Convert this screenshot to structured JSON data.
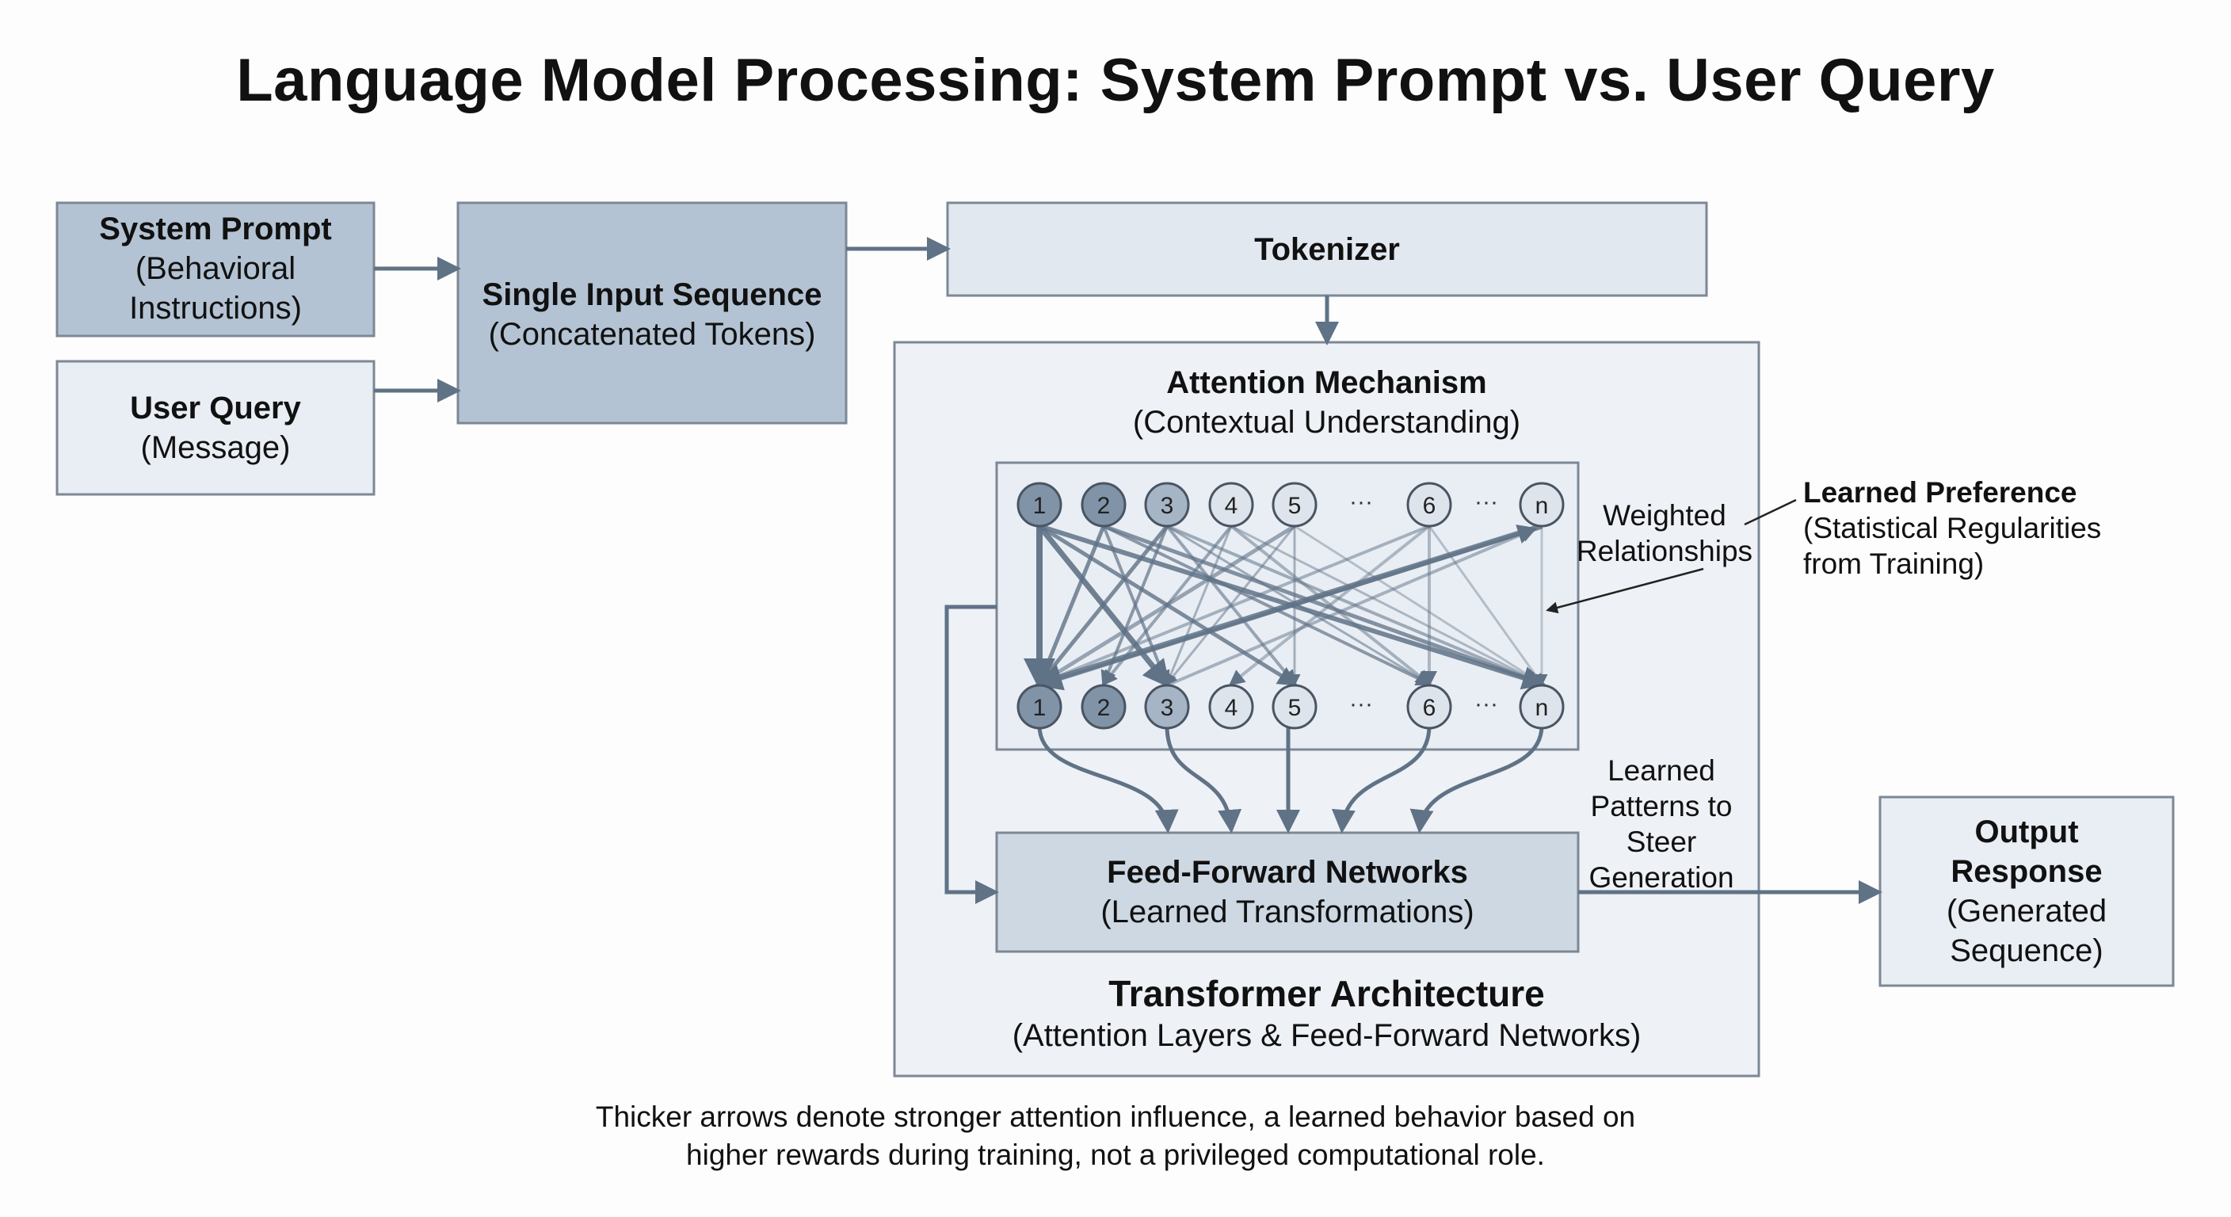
{
  "title": "Language Model Processing: System Prompt vs. User Query",
  "system_prompt": {
    "title": "System Prompt",
    "subtitle_line1": "(Behavioral",
    "subtitle_line2": "Instructions)"
  },
  "user_query": {
    "title": "User Query",
    "subtitle": "(Message)"
  },
  "input_sequence": {
    "title": "Single Input Sequence",
    "subtitle": "(Concatenated Tokens)"
  },
  "tokenizer": {
    "title": "Tokenizer"
  },
  "attention": {
    "title": "Attention Mechanism",
    "subtitle": "(Contextual Understanding)",
    "tokens": [
      "1",
      "2",
      "3",
      "4",
      "5",
      "6",
      "n"
    ],
    "ellipsis": "···"
  },
  "weighted_relationships": {
    "line1": "Weighted",
    "line2": "Relationships"
  },
  "learned_preference": {
    "title": "Learned Preference",
    "line1": "(Statistical Regularities",
    "line2": "from Training)"
  },
  "learned_patterns": {
    "line1": "Learned",
    "line2": "Patterns to",
    "line3": "Steer",
    "line4": "Generation"
  },
  "feed_forward": {
    "title": "Feed-Forward Networks",
    "subtitle": "(Learned Transformations)"
  },
  "transformer": {
    "title": "Transformer Architecture",
    "subtitle": "(Attention Layers & Feed-Forward Networks)"
  },
  "output": {
    "line1": "Output",
    "line2": "Response",
    "line3": "(Generated",
    "line4": "Sequence)"
  },
  "caption": {
    "line1": "Thicker arrows denote stronger attention influence, a learned behavior based on",
    "line2": "higher rewards during training, not a privileged computational role."
  },
  "colors": {
    "dark_box": "#b4c3d3",
    "light_box": "#e9eef4",
    "panel": "#eef1f5",
    "border": "#7d8896",
    "arrow": "#5f7286",
    "token_dark": "#8193a7",
    "token_mid": "#a6b5c5",
    "token_light": "#dde4ec"
  }
}
